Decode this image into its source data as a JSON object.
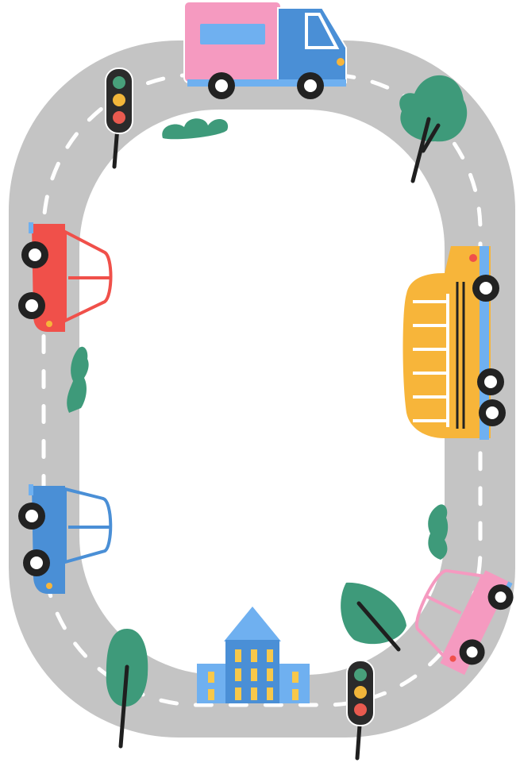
{
  "scene": {
    "background": "#ffffff",
    "colors": {
      "road": "#c4c4c4",
      "road_outline": "#ffffff",
      "lane_marking": "#ffffff",
      "tree_leaf": "#3e9a7a",
      "tree_trunk": "#1f1f1f",
      "traffic_light_body": "#2b2b2b",
      "light_red": "#e85a4f",
      "light_yellow": "#f2b63a",
      "light_green": "#48a07a",
      "truck_cargo": "#f59ac0",
      "truck_cab": "#4a8fd6",
      "truck_window": "#6fb0f0",
      "red_car": "#f0504a",
      "blue_car": "#4a8fd6",
      "pink_car": "#f59ac0",
      "school_bus": "#f7b53a",
      "building_body": "#4a8fd6",
      "building_roof": "#6fb0f0",
      "building_side": "#6fb0f0",
      "building_window": "#f7c84a",
      "wheel": "#222222",
      "wheel_hub": "#ffffff"
    },
    "vehicles": [
      "delivery-truck",
      "red-car",
      "school-bus",
      "blue-car",
      "pink-car"
    ],
    "scenery": [
      "traffic-light",
      "traffic-light",
      "tree",
      "tree",
      "tree",
      "bush",
      "bush",
      "bush",
      "city-building"
    ]
  }
}
